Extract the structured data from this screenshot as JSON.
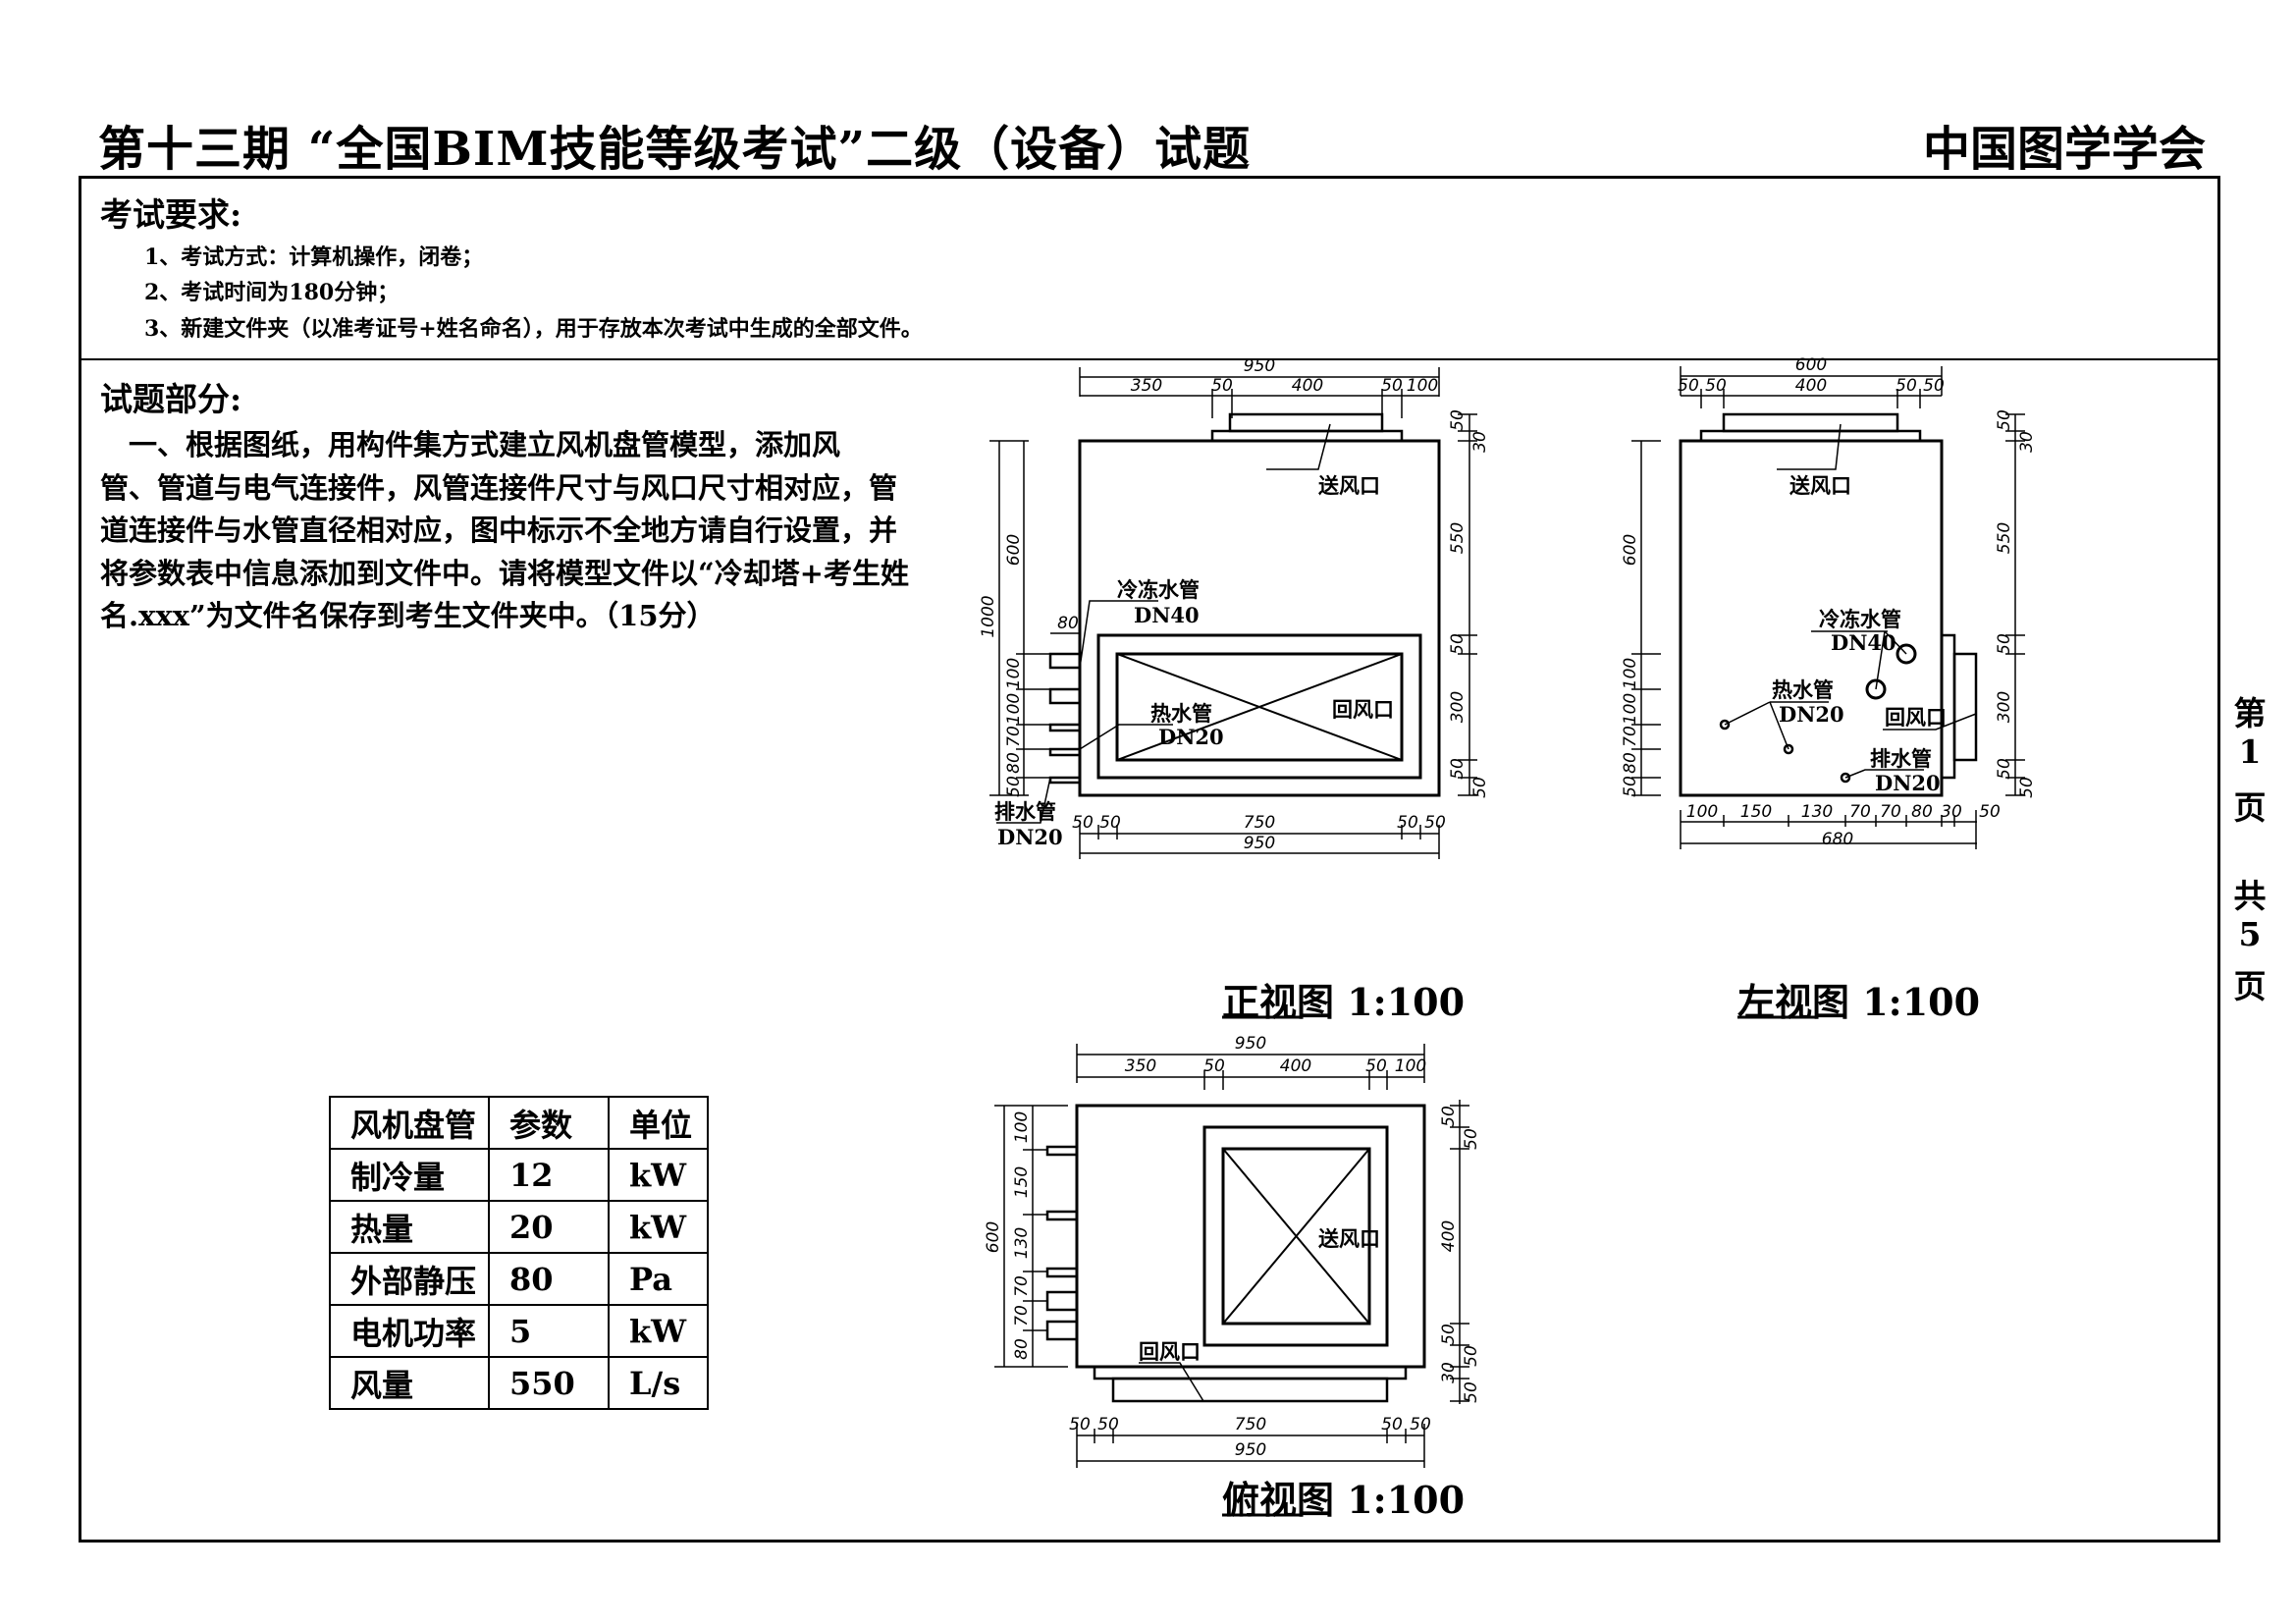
{
  "header": {
    "title": "第十三期 “全国BIM技能等级考试”二级（设备）试题",
    "org": "中国图学学会"
  },
  "requirements": {
    "heading": "考试要求:",
    "items": [
      "1、考试方式：计算机操作，闭卷；",
      "2、考试时间为180分钟；",
      "3、新建文件夹（以准考证号+姓名命名），用于存放本次考试中生成的全部文件。"
    ]
  },
  "question": {
    "heading": "试题部分:",
    "lines": [
      "　一、根据图纸，用构件集方式建立风机盘管模型，添加风",
      "管、管道与电气连接件，风管连接件尺寸与风口尺寸相对应，管",
      "道连接件与水管直径相对应，图中标示不全地方请自行设置，并",
      "将参数表中信息添加到文件中。请将模型文件以“冷却塔+考生姓",
      "名.xxx”为文件名保存到考生文件夹中。（15分）"
    ]
  },
  "page": {
    "chars": [
      "第",
      "1",
      "页",
      "共",
      "5",
      "页"
    ]
  },
  "params_table": {
    "header": [
      "风机盘管",
      "参数",
      "单位"
    ],
    "rows": [
      [
        "制冷量",
        "12",
        "kW"
      ],
      [
        "热量",
        "20",
        "kW"
      ],
      [
        "外部静压",
        "80",
        "Pa"
      ],
      [
        "电机功率",
        "5",
        "kW"
      ],
      [
        "风量",
        "550",
        "L/s"
      ]
    ]
  },
  "front": {
    "title": "正视图 1:100",
    "labels": {
      "supply": "送风口",
      "chilled": "冷冻水管",
      "chilled_dn": "DN40",
      "hot": "热水管",
      "hot_dn": "DN20",
      "return": "回风口",
      "drain": "排水管",
      "drain_dn": "DN20"
    },
    "dims": [
      "950",
      "350",
      "50",
      "400",
      "50",
      "100",
      "50",
      "30",
      "550",
      "50",
      "300",
      "50",
      "50",
      "1000",
      "600",
      "100",
      "100",
      "70",
      "80",
      "50",
      "50",
      "50",
      "750",
      "50",
      "50",
      "950",
      "80"
    ]
  },
  "left": {
    "title": "左视图 1:100",
    "labels": {
      "supply": "送风口",
      "chilled": "冷冻水管",
      "chilled_dn": "DN40",
      "hot": "热水管",
      "hot_dn": "DN20",
      "return": "回风口",
      "drain": "排水管",
      "drain_dn": "DN20"
    },
    "dims": [
      "600",
      "50",
      "50",
      "400",
      "50",
      "50",
      "600",
      "100",
      "100",
      "70",
      "80",
      "50",
      "50",
      "30",
      "550",
      "50",
      "300",
      "50",
      "50",
      "100",
      "150",
      "130",
      "70",
      "70",
      "80",
      "30",
      "50",
      "680"
    ]
  },
  "top": {
    "title": "俯视图 1:100",
    "labels": {
      "supply": "送风口",
      "return": "回风口"
    },
    "dims": [
      "950",
      "350",
      "50",
      "400",
      "50",
      "100",
      "600",
      "100",
      "150",
      "130",
      "70",
      "70",
      "80",
      "50",
      "50",
      "400",
      "50",
      "50",
      "30",
      "50",
      "50",
      "50",
      "750",
      "50",
      "50",
      "950"
    ]
  }
}
